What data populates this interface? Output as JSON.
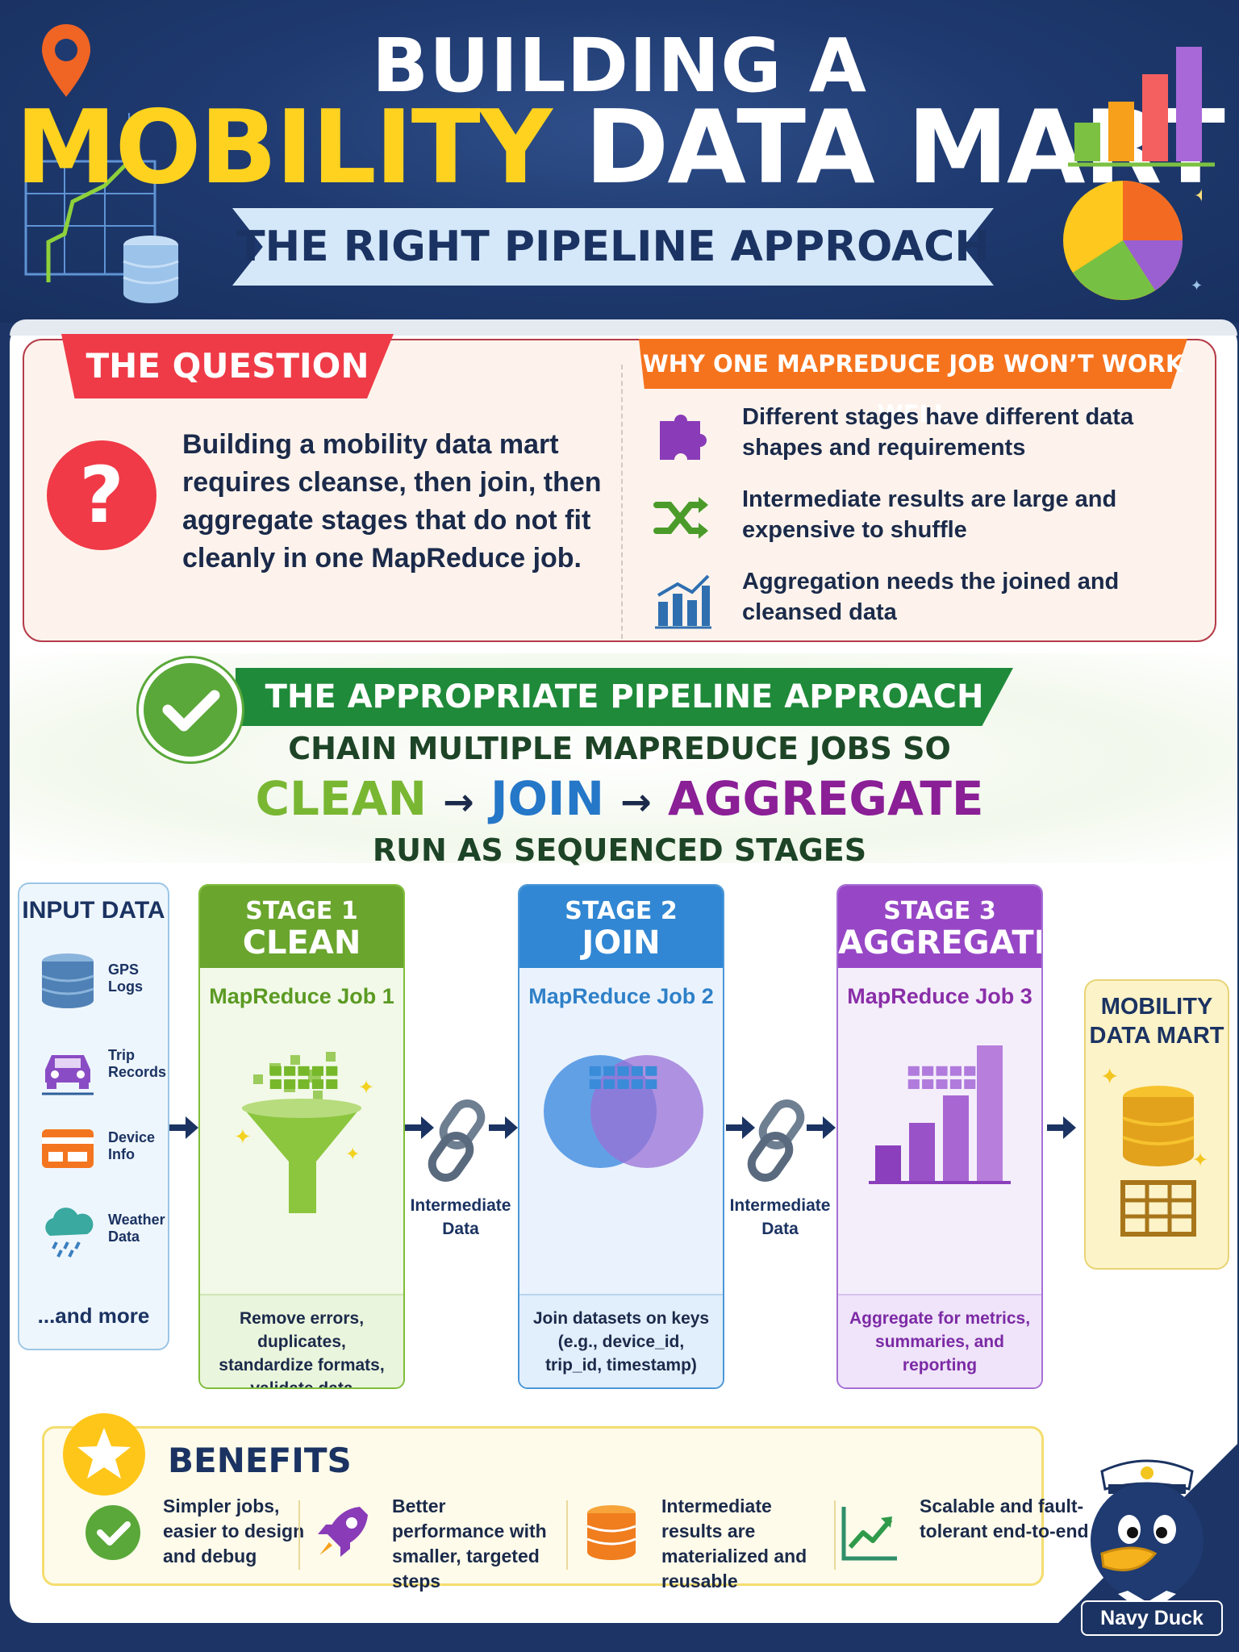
{
  "header": {
    "title_line1": "BUILDING A",
    "title_highlight": "MOBILITY",
    "title_rest": " DATA MART",
    "subtitle": "THE RIGHT PIPELINE APPROACH"
  },
  "question": {
    "label": "THE QUESTION",
    "mark": "?",
    "text": "Building a mobility data mart requires cleanse, then join, then aggregate stages that do not fit cleanly in one MapReduce job."
  },
  "why": {
    "label": "WHY ONE MAPREDUCE JOB WON’T WORK WELL",
    "reasons": [
      {
        "icon": "puzzle-icon",
        "text": "Different stages have different data shapes and requirements"
      },
      {
        "icon": "shuffle-icon",
        "text": "Intermediate results are large and expensive to shuffle"
      },
      {
        "icon": "bar-chart-icon",
        "text": "Aggregation needs the joined and cleansed data"
      }
    ]
  },
  "approach": {
    "label": "THE APPROPRIATE PIPELINE APPROACH",
    "line1": "CHAIN MULTIPLE MAPREDUCE JOBS SO",
    "clean": "CLEAN",
    "join": "JOIN",
    "aggregate": "AGGREGATE",
    "arrow": "→",
    "line3": "RUN AS SEQUENCED STAGES"
  },
  "input": {
    "title": "INPUT DATA",
    "items": [
      {
        "icon": "database-icon",
        "label": "GPS Logs"
      },
      {
        "icon": "car-icon",
        "label": "Trip Records"
      },
      {
        "icon": "device-card-icon",
        "label": "Device Info"
      },
      {
        "icon": "rain-cloud-icon",
        "label": "Weather Data"
      }
    ],
    "more": "...and more"
  },
  "stages": [
    {
      "num": "STAGE 1",
      "name": "CLEAN",
      "job": "MapReduce Job 1",
      "desc": "Remove errors, duplicates, standardize formats, validate data",
      "color": "#6aa52e"
    },
    {
      "num": "STAGE 2",
      "name": "JOIN",
      "job": "MapReduce Job 2",
      "desc": "Join datasets on keys (e.g., device_id, trip_id, timestamp)",
      "color": "#3187d3"
    },
    {
      "num": "STAGE 3",
      "name": "AGGREGATE",
      "job": "MapReduce Job 3",
      "desc": "Aggregate for metrics, summaries, and reporting",
      "color": "#9747c6"
    }
  ],
  "intermediate": {
    "label1": "Intermediate Data",
    "label2": "Intermediate Data"
  },
  "mart": {
    "title": "MOBILITY DATA MART"
  },
  "benefits": {
    "title": "BENEFITS",
    "items": [
      {
        "icon": "check-circle-icon",
        "text": "Simpler jobs, easier to design and debug"
      },
      {
        "icon": "rocket-icon",
        "text": "Better performance with smaller, targeted steps"
      },
      {
        "icon": "database-stack-icon",
        "text": "Intermediate results are materialized and reusable"
      },
      {
        "icon": "trend-up-icon",
        "text": "Scalable and fault-tolerant end-to-end"
      }
    ]
  },
  "mascot": {
    "label": "Navy Duck"
  },
  "colors": {
    "navy": "#1d3566",
    "yellow": "#ffd21f",
    "red": "#ef3b47",
    "orange": "#f6731e",
    "green": "#1f8a3a",
    "clean": "#6aa52e",
    "join": "#3187d3",
    "aggregate": "#9747c6"
  }
}
